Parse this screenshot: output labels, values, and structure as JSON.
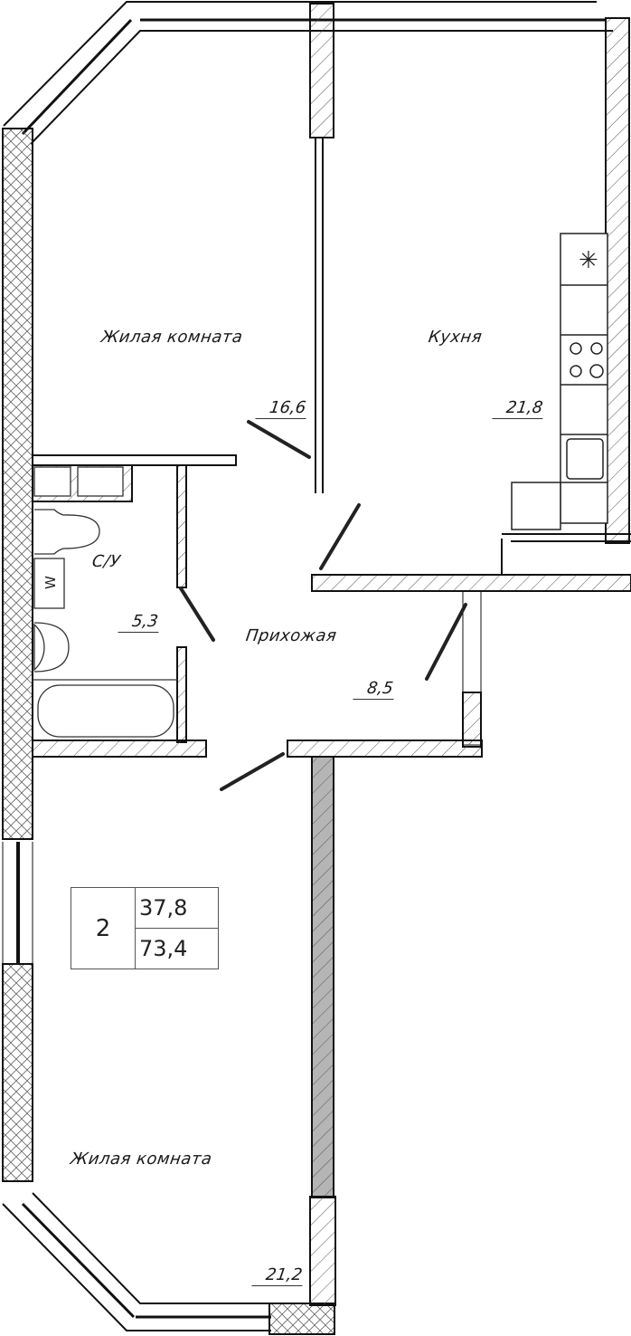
{
  "plan": {
    "type": "apartment floor plan",
    "rooms": [
      {
        "id": "living-room-1",
        "name": "Жилая комната",
        "area": "16,6"
      },
      {
        "id": "kitchen",
        "name": "Кухня",
        "area": "21,8"
      },
      {
        "id": "bathroom",
        "name": "С/У",
        "area": "5,3"
      },
      {
        "id": "hallway",
        "name": "Прихожая",
        "area": "8,5"
      },
      {
        "id": "living-room-2",
        "name": "Жилая комната",
        "area": "21,2"
      }
    ],
    "fixtures": {
      "washer_label": "W",
      "fridge_symbol": "✳"
    },
    "summary": {
      "room_count": "2",
      "living_area": "37,8",
      "total_area": "73,4"
    }
  },
  "colors": {
    "line": "#111111",
    "hatch": "#444444",
    "fill_gray": "#b5b5b5",
    "background": "#ffffff"
  }
}
